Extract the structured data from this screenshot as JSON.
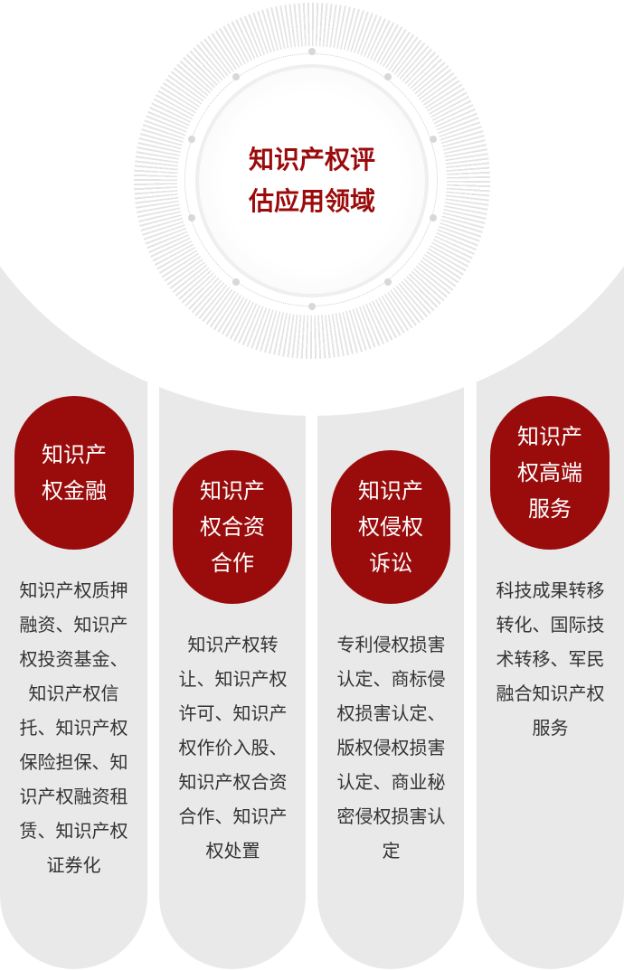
{
  "center": {
    "title": "知识产权评估应用领域"
  },
  "columns": [
    {
      "title": "知识产权金融",
      "description": "知识产权质押融资、知识产权投资基金、知识产权信托、知识产权保险担保、知识产权融资租赁、知识产权证券化"
    },
    {
      "title": "知识产权合资合作",
      "description": "知识产权转让、知识产权许可、知识产权作价入股、知识产权合资合作、知识产权处置"
    },
    {
      "title": "知识产权侵权诉讼",
      "description": "专利侵权损害认定、商标侵权损害认定、版权侵权损害认定、商业秘密侵权损害认定"
    },
    {
      "title": "知识产权高端服务",
      "description": "科技成果转移转化、国际技术转移、军民融合知识产权服务"
    }
  ],
  "colors": {
    "accent": "#9a0c0c",
    "column_bg": "#e9e9e9",
    "text": "#333333"
  }
}
